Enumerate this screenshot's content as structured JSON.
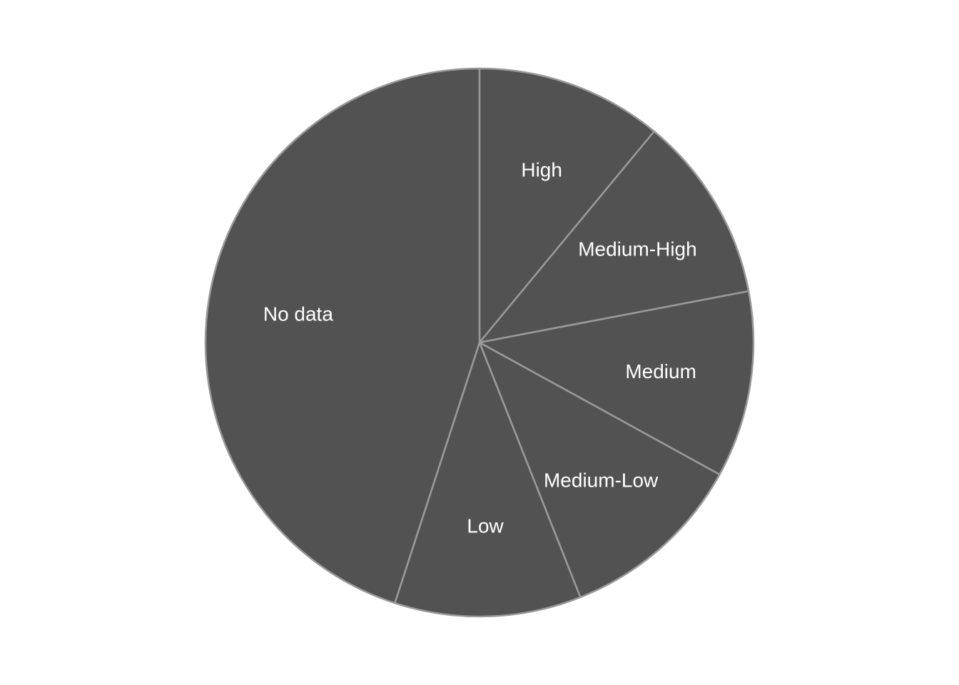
{
  "chart_data": {
    "type": "pie",
    "start_angle_deg": 0,
    "direction": "clockwise",
    "slices": [
      {
        "label": "High",
        "value": 11
      },
      {
        "label": "Medium-High",
        "value": 11
      },
      {
        "label": "Medium",
        "value": 11
      },
      {
        "label": "Medium-Low",
        "value": 11
      },
      {
        "label": "Low",
        "value": 11
      },
      {
        "label": "No data",
        "value": 45
      }
    ],
    "colors": {
      "slice_fill": "#525252",
      "slice_stroke": "#9a9a9a",
      "label_text": "#ffffff",
      "background": "#ffffff"
    },
    "legend": "none"
  }
}
